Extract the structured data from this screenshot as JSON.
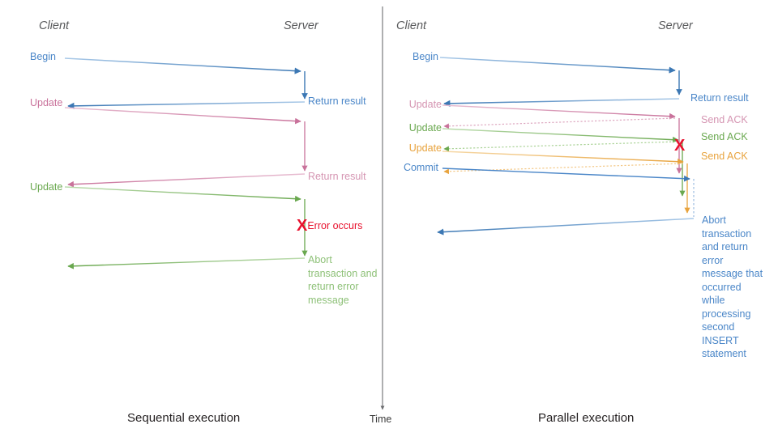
{
  "diagram": {
    "title_left": "Sequential execution",
    "title_right": "Parallel execution",
    "time_axis_label": "Time",
    "colors": {
      "blue": "#4a86c8",
      "blue_dark": "#3c78b4",
      "pink": "#c9729b",
      "green": "#6aa84f",
      "orange": "#e8a33d",
      "red": "#e8112d",
      "actor_gray": "#58595b",
      "caption_black": "#231f20",
      "divider": "#6d6e71"
    }
  },
  "left_panel": {
    "name": "Sequential execution",
    "actors": {
      "client": "Client",
      "server": "Server"
    },
    "caption": "Sequential execution",
    "messages": [
      {
        "id": "begin",
        "label": "Begin",
        "color": "blue",
        "side": "client"
      },
      {
        "id": "return-1",
        "label": "Return result",
        "color": "blue",
        "side": "server"
      },
      {
        "id": "update-1",
        "label": "Update",
        "color": "pink",
        "side": "client"
      },
      {
        "id": "return-2",
        "label": "Return result",
        "color": "pink",
        "side": "server"
      },
      {
        "id": "update-2",
        "label": "Update",
        "color": "green",
        "side": "client"
      },
      {
        "id": "error",
        "label": "Error occurs",
        "color": "red",
        "side": "server"
      },
      {
        "id": "abort",
        "label": "Abort transaction and return error message",
        "color": "green",
        "side": "server"
      }
    ],
    "error_marker": "X"
  },
  "right_panel": {
    "name": "Parallel execution",
    "actors": {
      "client": "Client",
      "server": "Server"
    },
    "caption": "Parallel execution",
    "messages": [
      {
        "id": "begin",
        "label": "Begin",
        "color": "blue",
        "side": "client"
      },
      {
        "id": "return-1",
        "label": "Return result",
        "color": "blue",
        "side": "server"
      },
      {
        "id": "update-1",
        "label": "Update",
        "color": "pink",
        "side": "client"
      },
      {
        "id": "ack-1",
        "label": "Send ACK",
        "color": "pink",
        "side": "server"
      },
      {
        "id": "update-2",
        "label": "Update",
        "color": "green",
        "side": "client"
      },
      {
        "id": "ack-2",
        "label": "Send ACK",
        "color": "green",
        "side": "server"
      },
      {
        "id": "update-3",
        "label": "Update",
        "color": "orange",
        "side": "client"
      },
      {
        "id": "ack-3",
        "label": "Send ACK",
        "color": "orange",
        "side": "server"
      },
      {
        "id": "commit",
        "label": "Commit",
        "color": "blue",
        "side": "client"
      },
      {
        "id": "abort",
        "label": "Abort transaction and return error message that occurred while processing second INSERT statement",
        "color": "blue",
        "side": "server"
      }
    ],
    "error_marker": "X"
  }
}
